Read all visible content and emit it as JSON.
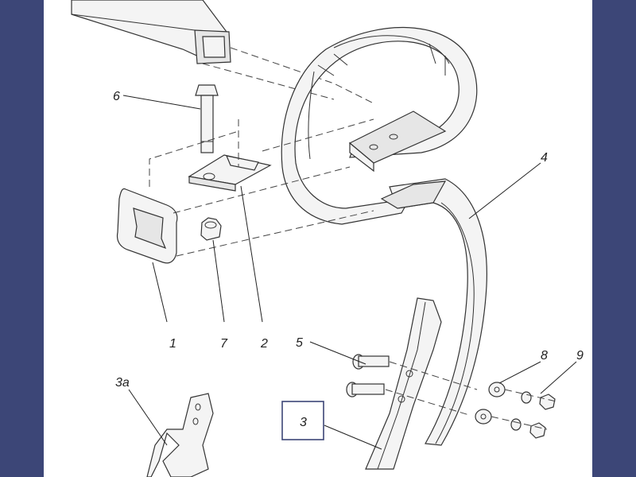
{
  "labels": {
    "l1": "1",
    "l2": "2",
    "l3": "3",
    "l3a": "3a",
    "l4": "4",
    "l5": "5",
    "l6": "6",
    "l7": "7",
    "l8": "8",
    "l9": "9"
  },
  "highlight": {
    "color": "#3c4677"
  },
  "colors": {
    "frame": "#3c4677",
    "sheet": "#ffffff",
    "line": "#333333"
  }
}
